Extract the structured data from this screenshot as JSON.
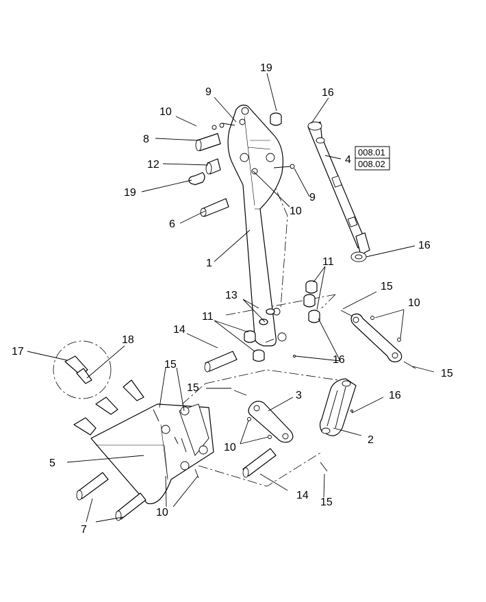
{
  "callouts": {
    "c1": "1",
    "c2": "2",
    "c3": "3",
    "c4": "4",
    "c5": "5",
    "c6": "6",
    "c7": "7",
    "c8": "8",
    "c9a": "9",
    "c9b": "9",
    "c10a": "10",
    "c10b": "10",
    "c10c": "10",
    "c10d": "10",
    "c10e": "10",
    "c11a": "11",
    "c11b": "11",
    "c12": "12",
    "c13": "13",
    "c14a": "14",
    "c14b": "14",
    "c15a": "15",
    "c15b": "15",
    "c15c": "15",
    "c15d": "15",
    "c15e": "15",
    "c16a": "16",
    "c16b": "16",
    "c16c": "16",
    "c16d": "16",
    "c17": "17",
    "c18": "18",
    "c19a": "19",
    "c19b": "19"
  },
  "references": {
    "ref1": "008.01",
    "ref2": "008.02"
  }
}
